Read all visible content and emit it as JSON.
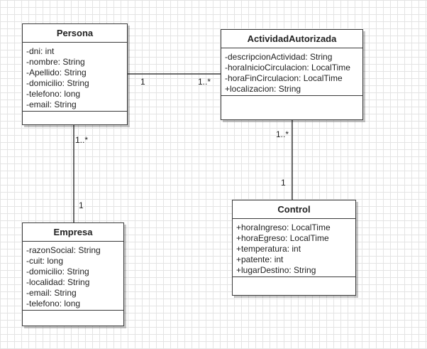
{
  "classes": {
    "persona": {
      "name": "Persona",
      "attributes": [
        "-dni: int",
        "-nombre: String",
        "-Apellido: String",
        "-domicilio: String",
        "-telefono: long",
        "-email: String"
      ]
    },
    "actividad": {
      "name": "ActividadAutorizada",
      "attributes": [
        "-descripcionActividad: String",
        "-horaInicioCirculacion: LocalTime",
        "-horaFinCirculacion: LocalTime",
        "+localizacion: String"
      ]
    },
    "control": {
      "name": "Control",
      "attributes": [
        "+horaIngreso: LocalTime",
        "+horaEgreso: LocalTime",
        "+temperatura: int",
        "+patente: int",
        "+lugarDestino: String"
      ]
    },
    "empresa": {
      "name": "Empresa",
      "attributes": [
        "-razonSocial: String",
        "-cuit: long",
        "-domicilio: String",
        "-localidad: String",
        "-email: String",
        "-telefono: long"
      ]
    }
  },
  "associations": [
    {
      "from": "persona",
      "to": "actividad",
      "from_multiplicity": "1",
      "to_multiplicity": "1..*"
    },
    {
      "from": "actividad",
      "to": "control",
      "from_multiplicity": "1..*",
      "to_multiplicity": "1"
    },
    {
      "from": "persona",
      "to": "empresa",
      "from_multiplicity": "1..*",
      "to_multiplicity": "1"
    }
  ],
  "colors": {
    "line": "#3a3a3a",
    "grid": "#e4e4e4",
    "background": "#ffffff"
  }
}
